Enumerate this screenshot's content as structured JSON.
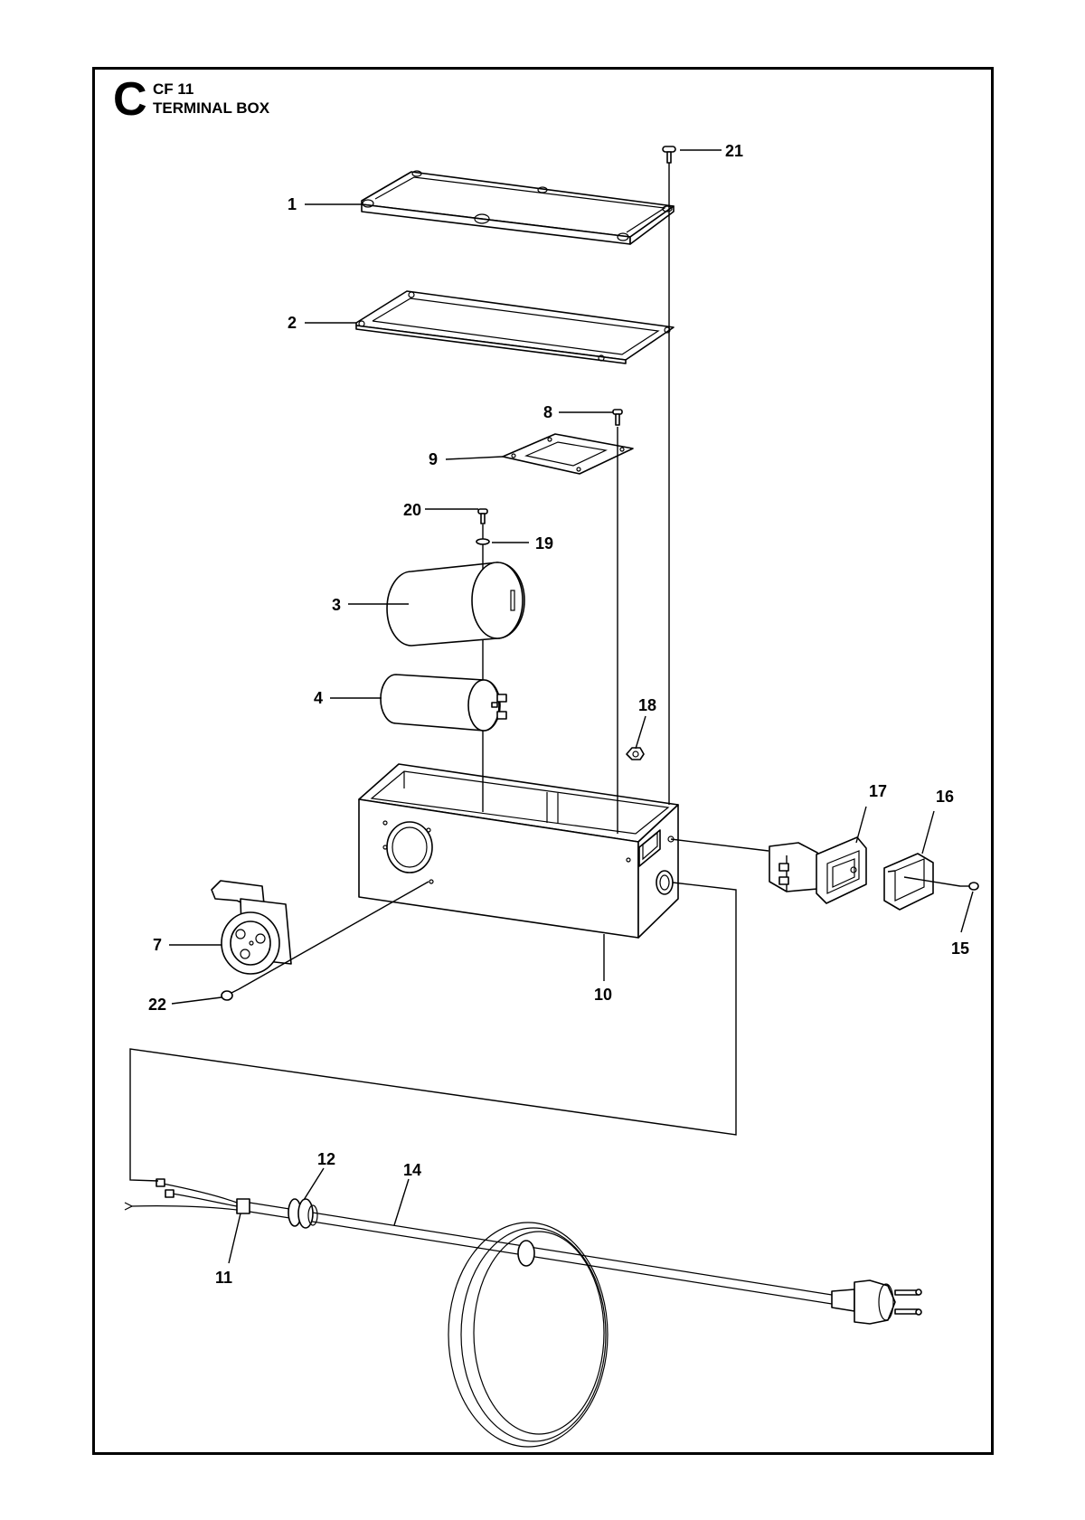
{
  "header": {
    "section_letter": "C",
    "code": "CF 11",
    "title": "TERMINAL BOX"
  },
  "callouts": [
    {
      "id": "1",
      "label": "1"
    },
    {
      "id": "2",
      "label": "2"
    },
    {
      "id": "3",
      "label": "3"
    },
    {
      "id": "4",
      "label": "4"
    },
    {
      "id": "7",
      "label": "7"
    },
    {
      "id": "8",
      "label": "8"
    },
    {
      "id": "9",
      "label": "9"
    },
    {
      "id": "10",
      "label": "10"
    },
    {
      "id": "11",
      "label": "11"
    },
    {
      "id": "12",
      "label": "12"
    },
    {
      "id": "14",
      "label": "14"
    },
    {
      "id": "15",
      "label": "15"
    },
    {
      "id": "16",
      "label": "16"
    },
    {
      "id": "17",
      "label": "17"
    },
    {
      "id": "18",
      "label": "18"
    },
    {
      "id": "19",
      "label": "19"
    },
    {
      "id": "20",
      "label": "20"
    },
    {
      "id": "21",
      "label": "21"
    },
    {
      "id": "22",
      "label": "22"
    }
  ],
  "colors": {
    "line": "#000000",
    "background": "#ffffff"
  }
}
